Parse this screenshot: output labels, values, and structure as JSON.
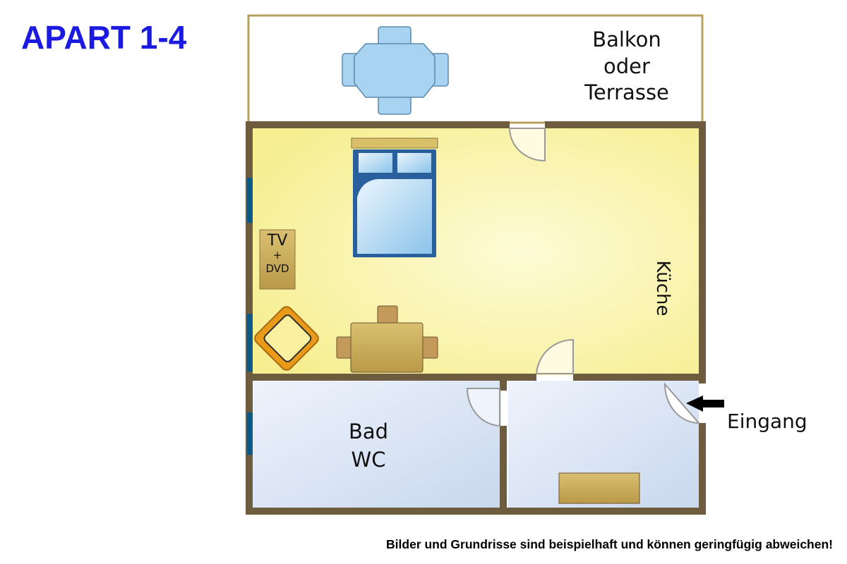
{
  "title": "APART 1-4",
  "rooms": {
    "balcony": [
      "Balkon",
      "oder",
      "Terrasse"
    ],
    "kitchen": "Küche",
    "bathroom": [
      "Bad",
      "WC"
    ],
    "entrance": "Eingang"
  },
  "furniture": {
    "tv": [
      "TV",
      "+",
      "DVD"
    ]
  },
  "footer": "Bilder und Grundrisse sind beispielhaft und können geringfügig abweichen!",
  "colors": {
    "title": "#1a1ae0",
    "wall": "#6e5c3e",
    "living": "#f8f2a0",
    "bath": "#e6eefa"
  }
}
